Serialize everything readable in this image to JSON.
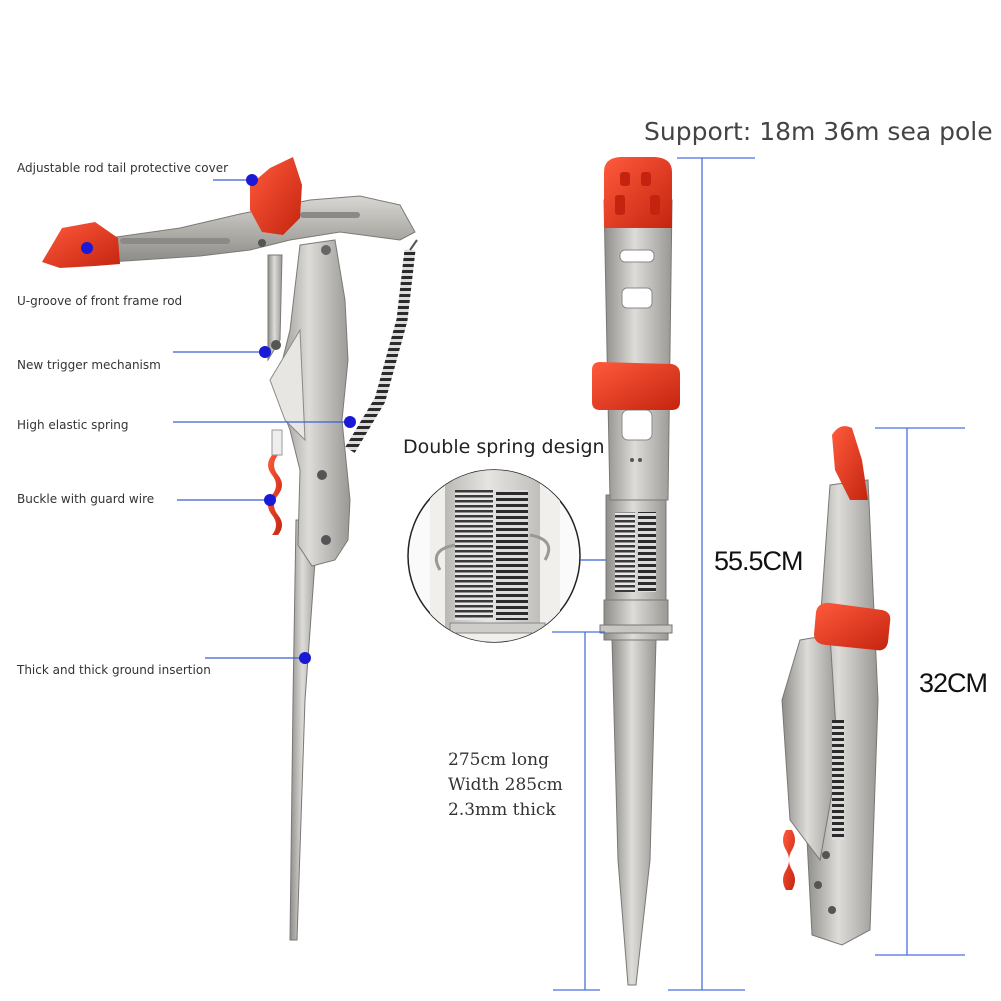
{
  "callouts": [
    {
      "id": "cover",
      "text": "Adjustable rod tail protective cover"
    },
    {
      "id": "ugroove",
      "text": "U-groove of front frame rod"
    },
    {
      "id": "trigger",
      "text": "New trigger mechanism"
    },
    {
      "id": "spring",
      "text": "High elastic spring"
    },
    {
      "id": "buckle",
      "text": "Buckle with guard wire"
    },
    {
      "id": "ground",
      "text": "Thick and thick ground insertion"
    }
  ],
  "support_text": "Support: 18m 36m sea pole",
  "double_spring_text": "Double spring design",
  "length_label": "55.5CM",
  "folded_label": "32CM",
  "spike_specs": [
    "275cm long",
    "Width 285cm",
    "2.3mm thick"
  ],
  "colors": {
    "callout_dot": "#1a1ad6",
    "callout_line": "#3a5fd0",
    "dimension_line": "#4a6ee0",
    "accent_red": "#e23a22",
    "metal": "#b4b2ad"
  }
}
